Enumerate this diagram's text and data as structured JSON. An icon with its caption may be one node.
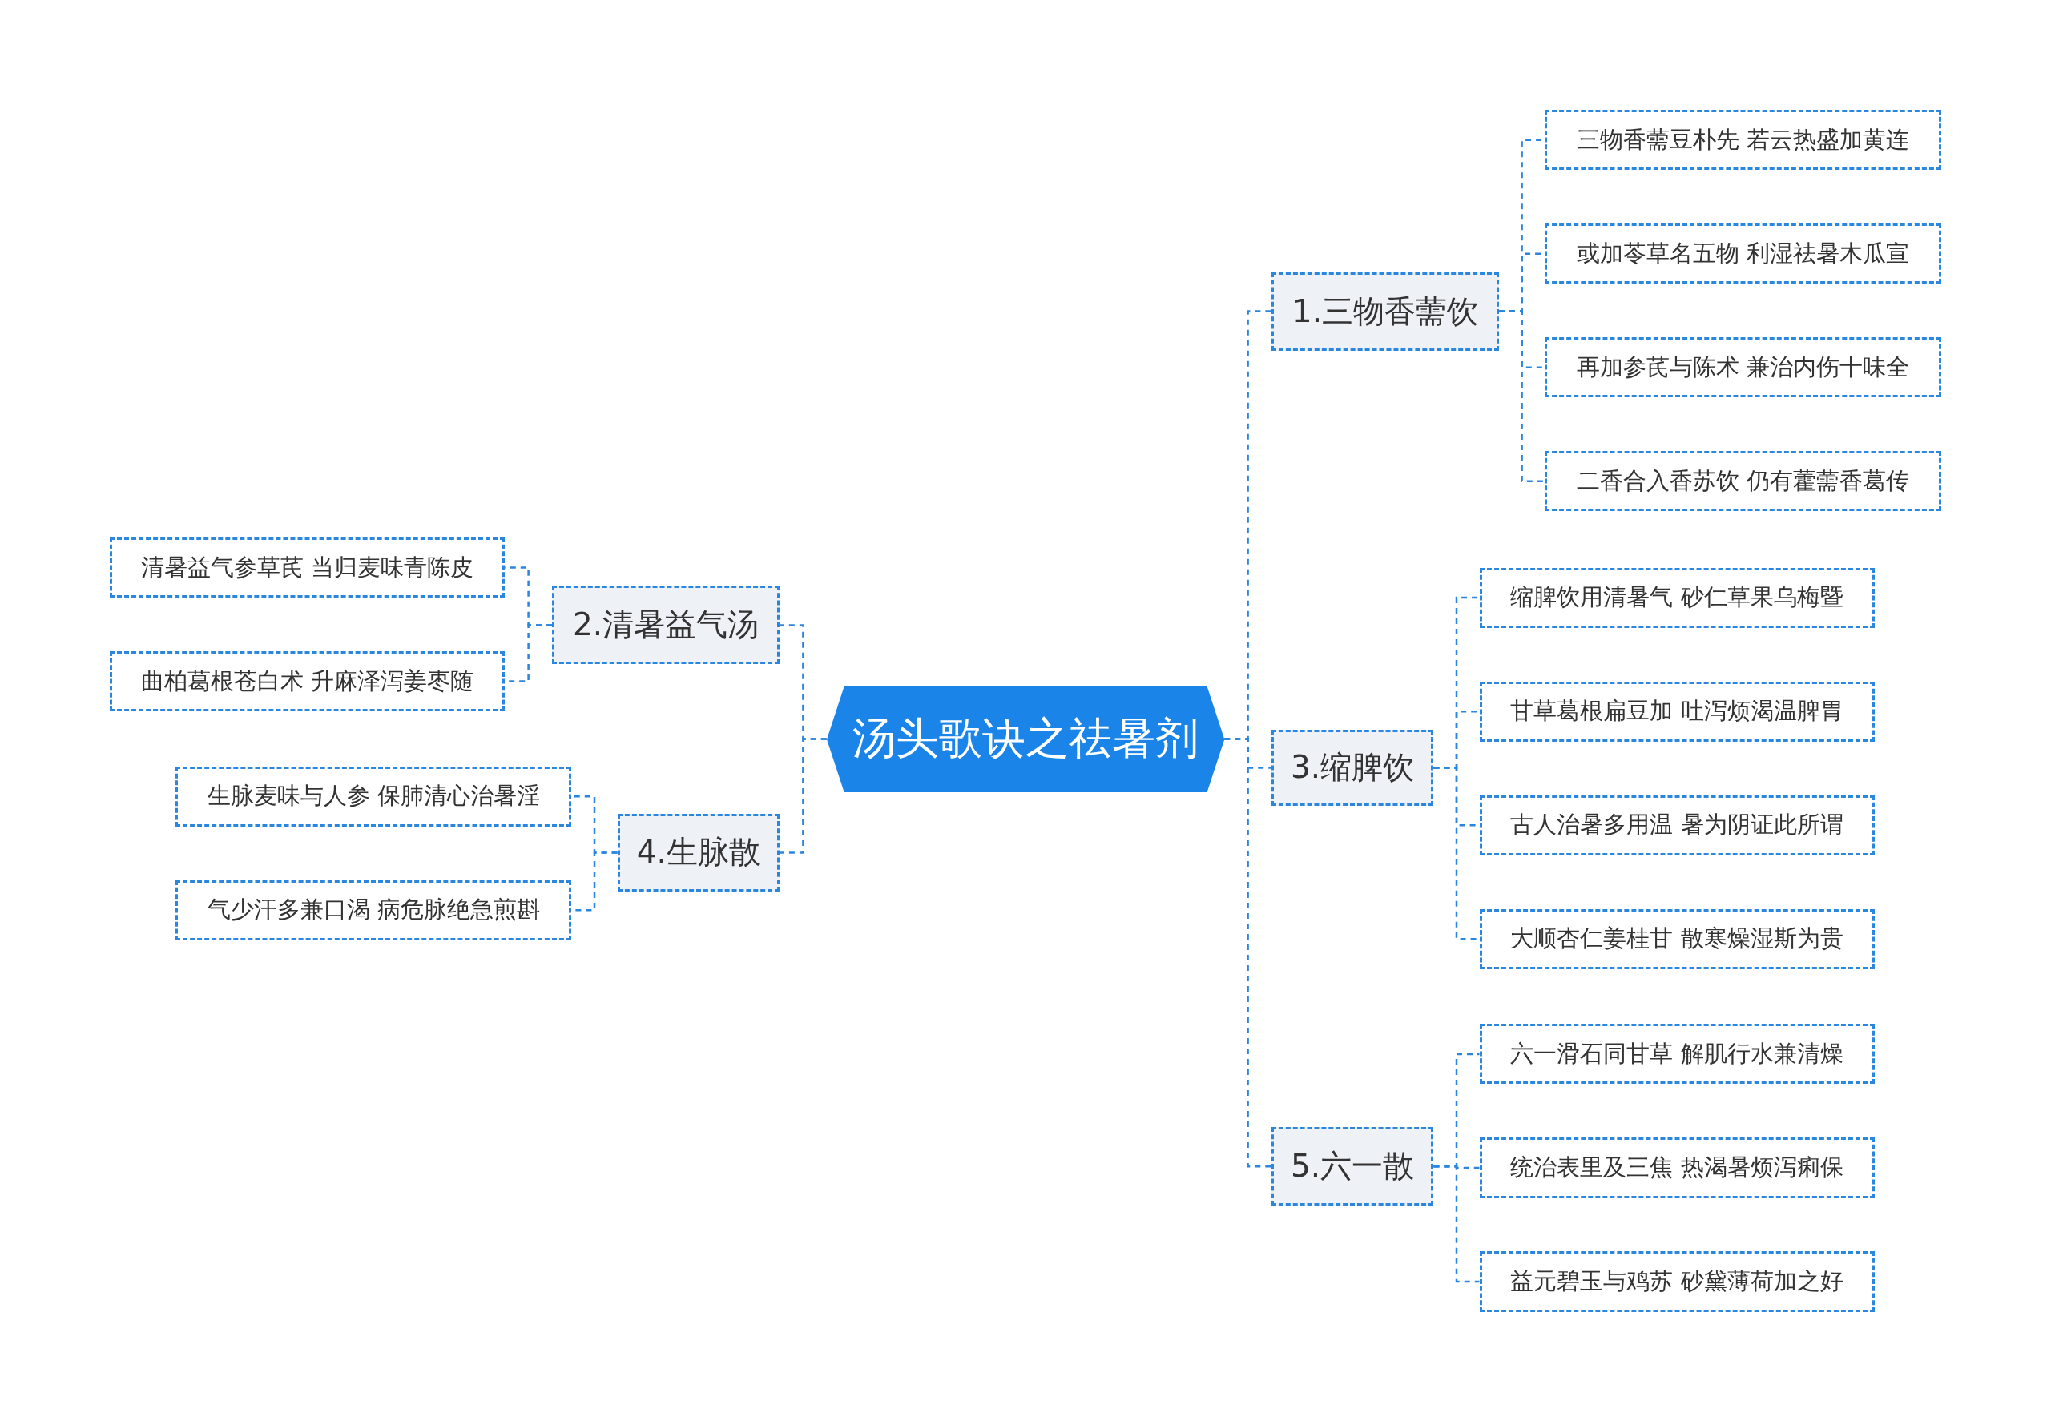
{
  "diagram": {
    "nodes": [
      {
        "text": [
          "汤头歌诀之祛暑剂"
        ]
      },
      {
        "text": [
          "1.三物香薷饮"
        ]
      },
      {
        "text": [
          "三物香薷豆朴先 若云热盛加黄连"
        ]
      },
      {
        "text": [
          "或加苓草名五物 利湿祛暑木瓜宣"
        ]
      },
      {
        "text": [
          "再加参芪与陈术 兼治内伤十味全"
        ]
      },
      {
        "text": [
          "二香合入香苏饮 仍有藿薷香葛传"
        ]
      },
      {
        "text": [
          "2.清暑益气汤"
        ]
      },
      {
        "text": [
          "清暑益气参草芪 当归麦味青陈皮"
        ]
      },
      {
        "text": [
          "曲柏葛根苍白术 升麻泽泻姜枣随"
        ]
      },
      {
        "text": [
          "3.缩脾饮"
        ]
      },
      {
        "text": [
          "缩脾饮用清暑气 砂仁草果乌梅暨"
        ]
      },
      {
        "text": [
          "甘草葛根扁豆加 吐泻烦渴温脾胃"
        ]
      },
      {
        "text": [
          "古人治暑多用温 暑为阴证此所谓"
        ]
      },
      {
        "text": [
          "大顺杏仁姜桂甘 散寒燥湿斯为贵"
        ]
      },
      {
        "text": [
          "4.生脉散"
        ]
      },
      {
        "text": [
          "生脉麦味与人参 保肺清心治暑淫"
        ]
      },
      {
        "text": [
          "气少汗多兼口渴 病危脉绝急煎斟"
        ]
      },
      {
        "text": [
          "5.六一散"
        ]
      },
      {
        "text": [
          "六一滑石同甘草 解肌行水兼清燥"
        ]
      },
      {
        "text": [
          "统治表里及三焦 热渴暑烦泻痢保"
        ]
      },
      {
        "text": [
          "益元碧玉与鸡苏 砂黛薄荷加之好"
        ]
      }
    ],
    "edges": [
      {
        "from": 0,
        "to": 1,
        "arrow": "none"
      },
      {
        "from": 1,
        "to": 2,
        "arrow": "none"
      },
      {
        "from": 1,
        "to": 3,
        "arrow": "none"
      },
      {
        "from": 1,
        "to": 4,
        "arrow": "none"
      },
      {
        "from": 1,
        "to": 5,
        "arrow": "none"
      },
      {
        "from": 0,
        "to": 6,
        "arrow": "none"
      },
      {
        "from": 6,
        "to": 7,
        "arrow": "none"
      },
      {
        "from": 6,
        "to": 8,
        "arrow": "none"
      },
      {
        "from": 0,
        "to": 9,
        "arrow": "none"
      },
      {
        "from": 9,
        "to": 10,
        "arrow": "none"
      },
      {
        "from": 9,
        "to": 11,
        "arrow": "none"
      },
      {
        "from": 9,
        "to": 12,
        "arrow": "none"
      },
      {
        "from": 9,
        "to": 13,
        "arrow": "none"
      },
      {
        "from": 0,
        "to": 14,
        "arrow": "none"
      },
      {
        "from": 14,
        "to": 15,
        "arrow": "none"
      },
      {
        "from": 14,
        "to": 16,
        "arrow": "none"
      },
      {
        "from": 0,
        "to": 17,
        "arrow": "none"
      },
      {
        "from": 17,
        "to": 18,
        "arrow": "none"
      },
      {
        "from": 17,
        "to": 19,
        "arrow": "none"
      },
      {
        "from": 17,
        "to": 20,
        "arrow": "none"
      }
    ]
  }
}
